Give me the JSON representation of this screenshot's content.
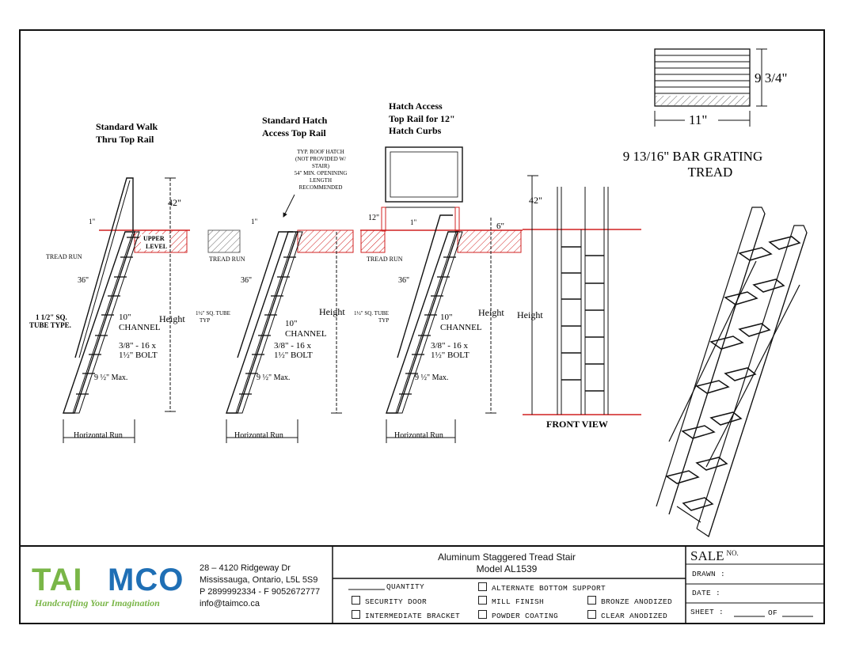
{
  "drawing": {
    "label_walk_thru": [
      "Standard Walk",
      "Thru Top Rail"
    ],
    "label_hatch": [
      "Standard Hatch",
      "Access Top Rail"
    ],
    "label_hatch_curb": [
      "Hatch Access",
      "Top Rail for 12\"",
      "Hatch Curbs"
    ],
    "roof_hatch_note": [
      "TYP. ROOF HATCH",
      "(NOT PROVIDED W/",
      "STAIR)",
      "54\" MIN. OPENINING",
      "LENGTH",
      "RECOMMENDED"
    ],
    "dim_42": "42\"",
    "dim_1": "1\"",
    "dim_36": "36\"",
    "dim_12": "12\"",
    "dim_6": "6\"",
    "tread_run": "TREAD RUN",
    "upper_level": [
      "UPPER",
      "LEVEL"
    ],
    "tube_type_1": [
      "1 1/2\" SQ.",
      "TUBE TYPE."
    ],
    "tube_type_2": [
      "1½\" SQ. TUBE",
      "TYP"
    ],
    "channel": [
      "10\"",
      "CHANNEL"
    ],
    "bolt": [
      "3/8\" - 16 x",
      "1½\" BOLT"
    ],
    "max_rise": "9 ½\" Max.",
    "height": "Height",
    "horizontal_run": "Horizontal Run",
    "front_view": "FRONT VIEW",
    "tread_width": "11\"",
    "tread_depth": "9 3/4\"",
    "tread_title": [
      "9 13/16\" BAR GRATING",
      "TREAD"
    ]
  },
  "title_block": {
    "brand": "TAIMCO",
    "tagline": "Handcrafting Your Imagination",
    "brand_colors": {
      "green": "#7ab648",
      "blue": "#1f6fb5"
    },
    "address": [
      "28 – 4120 Ridgeway Dr",
      "Mississauga, Ontario, L5L 5S9",
      "P 2899992334 - F 9052672777",
      "info@taimco.ca"
    ],
    "product": "Aluminum Staggered Tread Stair",
    "model": "Model AL1539",
    "quantity": "QUANTITY",
    "options": {
      "security_door": "SECURITY DOOR",
      "intermediate_bracket": "INTERMEDIATE BRACKET",
      "alternate_bottom_support": "ALTERNATE BOTTOM SUPPORT",
      "mill_finish": "MILL FINISH",
      "powder_coating": "POWDER COATING",
      "bronze_anodized": "BRONZE ANODIZED",
      "clear_anodized": "CLEAR ANODIZED"
    },
    "sale": "SALE",
    "no": "NO.",
    "drawn": "DRAWN :",
    "date": "DATE :",
    "sheet": "SHEET :",
    "of": "OF"
  }
}
